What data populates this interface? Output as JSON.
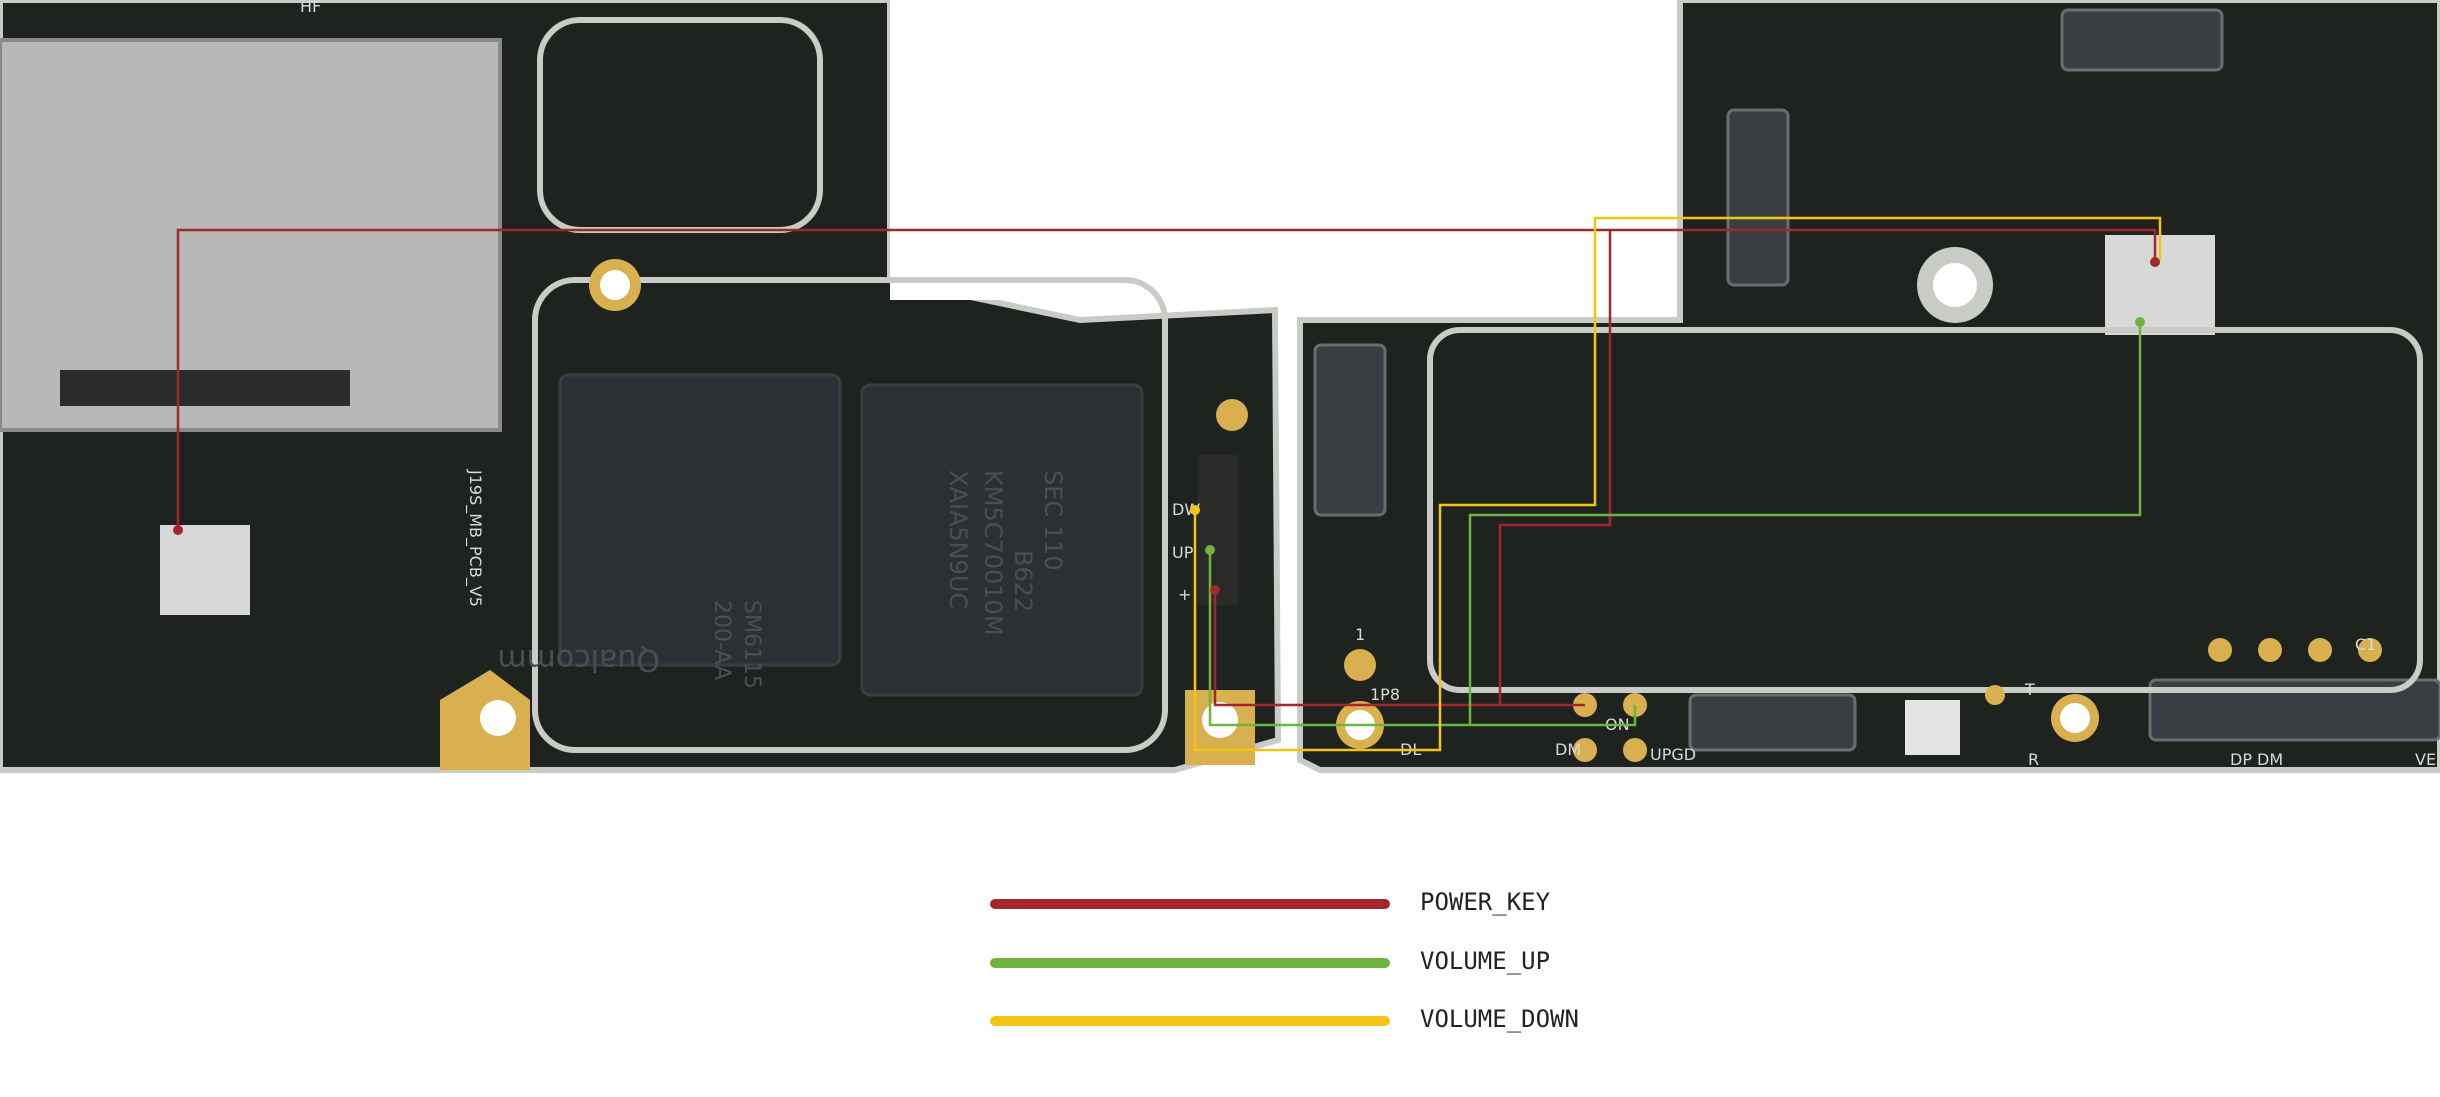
{
  "board": {
    "silkscreen": {
      "pcb_id": "J19S_MB_PCB_V5",
      "label_hf": "HF",
      "label_dw": "DW",
      "label_up": "UP",
      "label_plus": "+",
      "label_1p8": "1P8",
      "label_dl": "DL",
      "label_on": "ON",
      "label_dm": "DM",
      "label_upgd": "UPGD",
      "label_t": "T",
      "label_r": "R",
      "label_dp_dm": "DP DM",
      "label_c1": "C1",
      "label_ve": "VE",
      "label_1": "1"
    },
    "chips": {
      "soc": {
        "line1": "Qualcomm",
        "line2": "SM6115",
        "line3": "200-AA"
      },
      "mem": {
        "line1": "SEC 110",
        "line2": "B622",
        "line3": "KM5C70010M",
        "line4": "XAIA5N9UC"
      }
    },
    "colors": {
      "board": "#1f2320",
      "board_edge": "#c9cbc7",
      "pad_gold": "#d9b04f",
      "shield": "#b8b8b6"
    }
  },
  "traces": {
    "power_key_color": "#a3262c",
    "volume_up_color": "#6cb33f",
    "volume_down_color": "#f2c418"
  },
  "legend": [
    {
      "label": "POWER_KEY",
      "color": "#a3262c"
    },
    {
      "label": "VOLUME_UP",
      "color": "#6cb33f"
    },
    {
      "label": "VOLUME_DOWN",
      "color": "#f2c418"
    }
  ]
}
